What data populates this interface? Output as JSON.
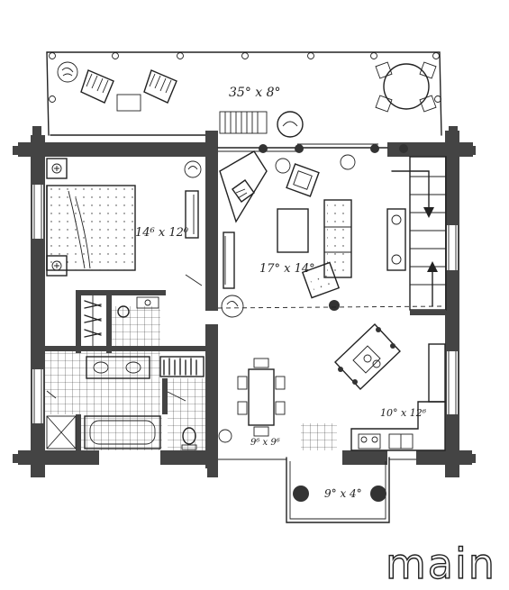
{
  "rooms": {
    "deck": "35° x 8°",
    "bedroom": "14⁶ x 12⁰",
    "living": "17° x 14°",
    "kitchen": "10° x 12⁶",
    "dining": "9⁶ x 9⁶",
    "porch": "9° x 4°"
  },
  "floor_label": "main"
}
